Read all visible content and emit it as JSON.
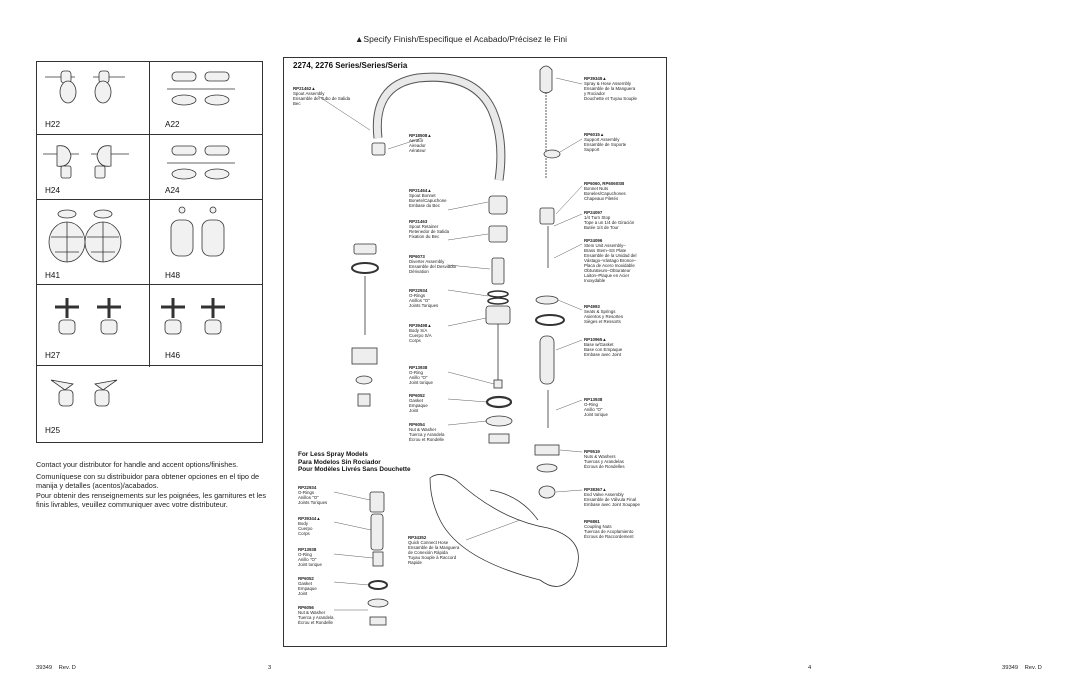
{
  "header": {
    "marker": "▲",
    "finish_note": "Specify Finish/Especifique el Acabado/Précisez le Fini"
  },
  "handles": [
    {
      "code": "H22"
    },
    {
      "code": "A22"
    },
    {
      "code": "H24"
    },
    {
      "code": "A24"
    },
    {
      "code": "H41"
    },
    {
      "code": "H48"
    },
    {
      "code": "H27"
    },
    {
      "code": "H46"
    },
    {
      "code": "H25"
    }
  ],
  "contact_text": {
    "en": "Contact your distributor for handle and accent options/finishes.",
    "es": "Comuníquese con su distribuidor para obtener opciones en el tipo de manija y detalles (acentos)/acabados.",
    "fr": "Pour obtenir des renseignements sur les poignées, les garnitures et les finis livrables, veuillez communiquer avec votre distributeur."
  },
  "parts_panel": {
    "title": "2274, 2276 Series/Series/Seria",
    "left_parts": [
      {
        "num": "RP21462▲",
        "desc": [
          "Spout Assembly",
          "Ensamble del Tubo de Salida",
          "Bec"
        ]
      },
      {
        "num": "RP18508▲",
        "desc": [
          "Aerator",
          "Aireador",
          "Aérateur"
        ]
      },
      {
        "num": "RP21464▲",
        "desc": [
          "Spout Bonnet",
          "Bonete/Capuchone",
          "Embase du Bec"
        ]
      },
      {
        "num": "RP21463",
        "desc": [
          "Spout Retainer",
          "Retenedor de Salida",
          "Fixation du Bec"
        ]
      },
      {
        "num": "RP6073",
        "desc": [
          "Diverter Assembly",
          "Ensamble del Desviador",
          "Dérivation"
        ]
      },
      {
        "num": "RP22934",
        "desc": [
          "O-Rings",
          "Anillos \"O\"",
          "Joints Toriques"
        ]
      },
      {
        "num": "RP39498▲",
        "desc": [
          "Body S/A",
          "Cuerpo S/A",
          "Corps"
        ]
      },
      {
        "num": "RP13938",
        "desc": [
          "O-Ring",
          "Anillo \"O\"",
          "Joint torique"
        ]
      },
      {
        "num": "RP6052",
        "desc": [
          "Gasket",
          "Empaque",
          "Joint"
        ]
      },
      {
        "num": "RP6054",
        "desc": [
          "Nut & Washer",
          "Tuerca y Arandela",
          "Écrou et Rondelle"
        ]
      }
    ],
    "right_parts": [
      {
        "num": "RP39345▲",
        "desc": [
          "Spray & Hose Assembly",
          "Ensamble de la Manguera",
          "y Rociador",
          "Douchette et Tuyau Souple"
        ]
      },
      {
        "num": "RP6015▲",
        "desc": [
          "Support Assembly",
          "Ensamble de Soporte",
          "Support"
        ]
      },
      {
        "num": "RP6060, RP6060SB",
        "desc": [
          "Bonnet Nuts",
          "Boneles/Capuchones",
          "Chapeaux Filetés"
        ]
      },
      {
        "num": "RP24097",
        "desc": [
          "1/4 Turn Stop",
          "Tope a un 1/4 de Giración",
          "Butée 1/4 de Tour"
        ]
      },
      {
        "num": "RP24096",
        "desc": [
          "Stem Unit Assembly–",
          "Brass Stem–SS Plate",
          "Ensamble de la Unidad del",
          "Vástago–Vástago Bronce–",
          "Placa de Acero Inoxidable",
          "Obturateurs–Obturateur",
          "Laiton–Plaque en Acier",
          "Inoxydable"
        ]
      },
      {
        "num": "RP4993",
        "desc": [
          "Seats & Springs",
          "Asientos y Resortes",
          "Sièges et Ressorts"
        ]
      },
      {
        "num": "RP10965▲",
        "desc": [
          "Base w/Gasket",
          "Base con Empaque",
          "Embase avec Joint"
        ]
      },
      {
        "num": "RP13938",
        "desc": [
          "O-Ring",
          "Anillo \"O\"",
          "Joint torique"
        ]
      },
      {
        "num": "RP9519",
        "desc": [
          "Nuts & Washers",
          "Tuercas y Arandelas",
          "Écrous de Rondelles"
        ]
      },
      {
        "num": "RP38367▲",
        "desc": [
          "End Valve Assembly",
          "Ensamble de Válvula Final",
          "Embase avec Joint Soupape"
        ]
      },
      {
        "num": "RP6861",
        "desc": [
          "Coupling Nuts",
          "Tuercas de Acoplamiento",
          "Écrous de Raccordement"
        ]
      }
    ],
    "less_spray": {
      "lines": [
        "For Less Spray Models",
        "Para Modelos Sin Rociador",
        "Pour Modèles Livrés Sans Douchette"
      ],
      "parts": [
        {
          "num": "RP22934",
          "desc": [
            "O-Rings",
            "Anillos \"O\"",
            "Joints Toriques"
          ]
        },
        {
          "num": "RP39344▲",
          "desc": [
            "Body",
            "Cuerpo",
            "Corps"
          ]
        },
        {
          "num": "RP13938",
          "desc": [
            "O-Ring",
            "Anillo \"O\"",
            "Joint torique"
          ]
        },
        {
          "num": "RP6052",
          "desc": [
            "Gasket",
            "Empaque",
            "Joint"
          ]
        },
        {
          "num": "RP6056",
          "desc": [
            "Nut & Washer",
            "Tuerca y Arandela",
            "Écrou et Rondelle"
          ]
        }
      ],
      "hose": {
        "num": "RP34352",
        "desc": [
          "Quick Connect Hose",
          "Ensamble de la Manguera",
          "de Conexión Rápida",
          "Tuyau Souple à Raccord",
          "Rapide"
        ]
      }
    }
  },
  "footer": {
    "left_code": "39349",
    "left_rev": "Rev. D",
    "page_left": "3",
    "page_right": "4",
    "right_code": "39349",
    "right_rev": "Rev. D"
  }
}
